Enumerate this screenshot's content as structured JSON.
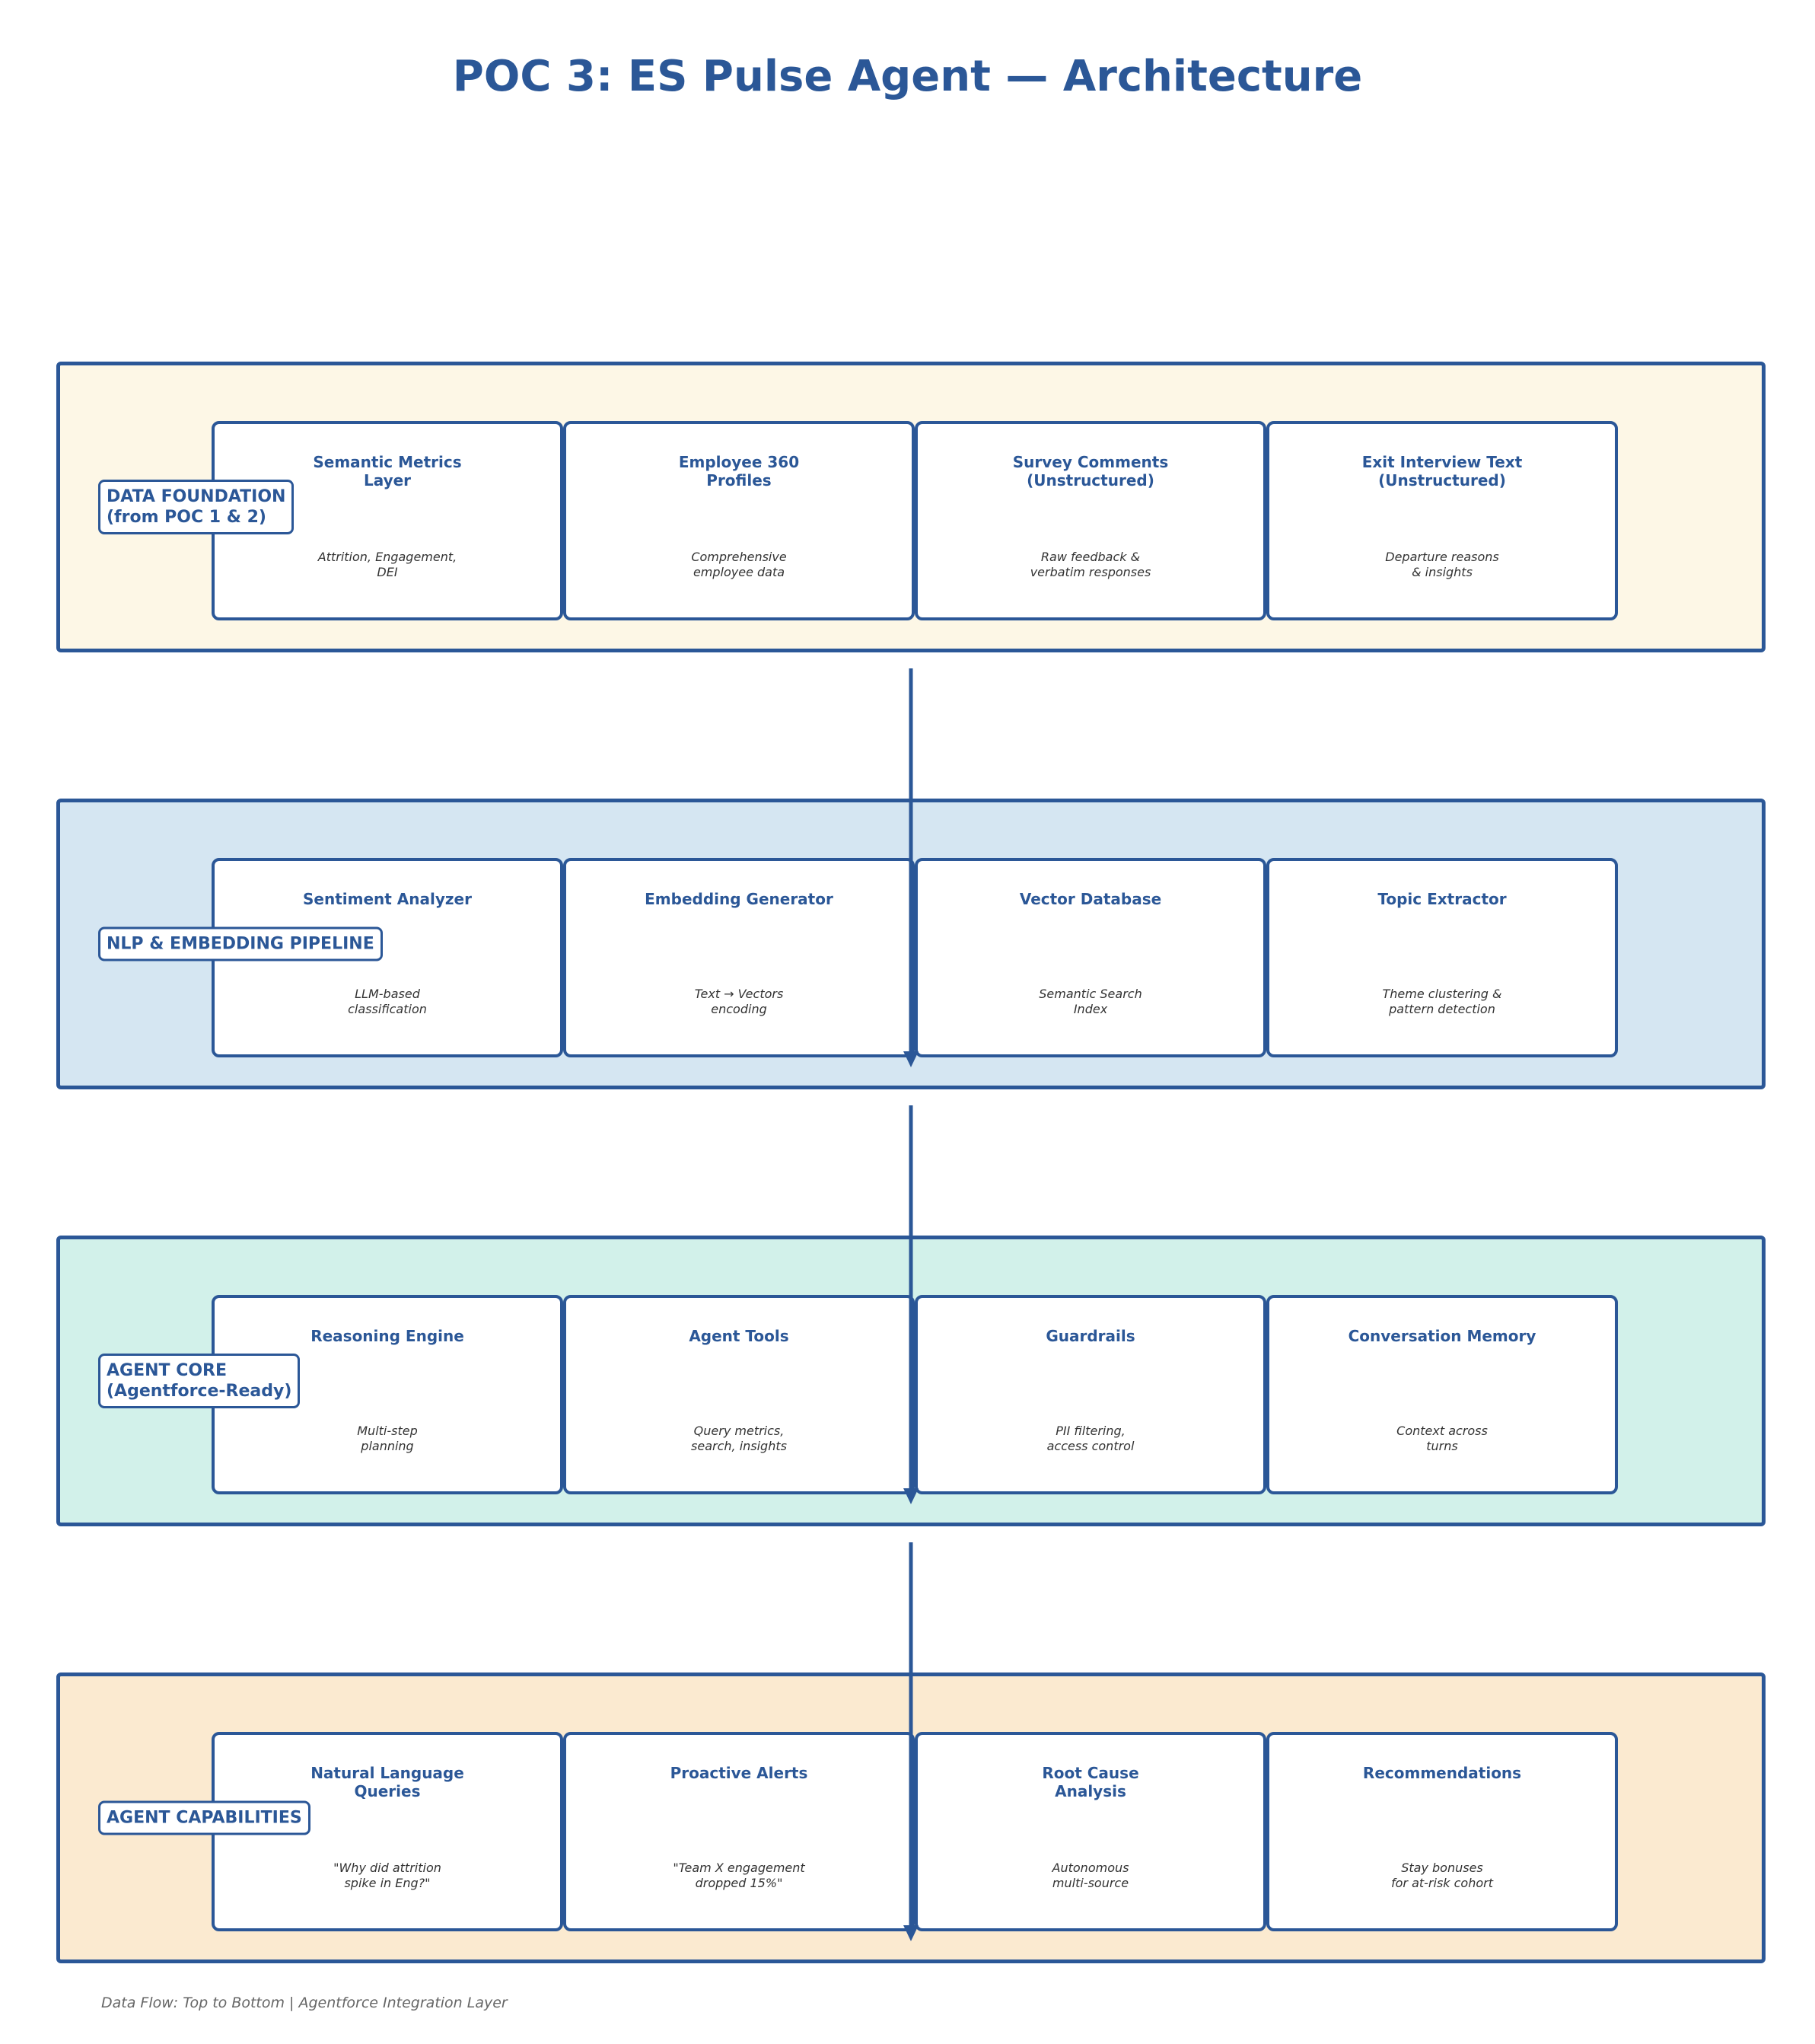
{
  "title": "POC 3: ES Pulse Agent — Architecture",
  "colors": {
    "accent": "#2b5797",
    "layer_backgrounds": [
      "#fdf7e6",
      "#d5e6f2",
      "#d2f1ea",
      "#fbead0"
    ]
  },
  "layers": [
    {
      "label": "DATA FOUNDATION\n(from POC 1 & 2)",
      "cards": [
        {
          "title": "Semantic Metrics\nLayer",
          "desc": "Attrition, Engagement,\nDEI"
        },
        {
          "title": "Employee 360\nProfiles",
          "desc": "Comprehensive\nemployee data"
        },
        {
          "title": "Survey Comments\n(Unstructured)",
          "desc": "Raw feedback &\nverbatim responses"
        },
        {
          "title": "Exit Interview Text\n(Unstructured)",
          "desc": "Departure reasons\n& insights"
        }
      ]
    },
    {
      "label": "NLP & EMBEDDING PIPELINE",
      "cards": [
        {
          "title": "Sentiment Analyzer",
          "desc": "LLM-based\nclassification"
        },
        {
          "title": "Embedding Generator",
          "desc": "Text → Vectors\nencoding"
        },
        {
          "title": "Vector Database",
          "desc": "Semantic Search\nIndex"
        },
        {
          "title": "Topic Extractor",
          "desc": "Theme clustering &\npattern detection"
        }
      ]
    },
    {
      "label": "AGENT CORE\n(Agentforce-Ready)",
      "cards": [
        {
          "title": "Reasoning Engine",
          "desc": "Multi-step\nplanning"
        },
        {
          "title": "Agent Tools",
          "desc": "Query metrics,\nsearch, insights"
        },
        {
          "title": "Guardrails",
          "desc": "PII filtering,\naccess control"
        },
        {
          "title": "Conversation Memory",
          "desc": "Context across\nturns"
        }
      ]
    },
    {
      "label": "AGENT CAPABILITIES",
      "cards": [
        {
          "title": "Natural Language\nQueries",
          "desc": "\"Why did attrition\nspike in Eng?\""
        },
        {
          "title": "Proactive Alerts",
          "desc": "\"Team X engagement\ndropped 15%\""
        },
        {
          "title": "Root Cause\nAnalysis",
          "desc": "Autonomous\nmulti-source"
        },
        {
          "title": "Recommendations",
          "desc": "Stay bonuses\nfor at-risk cohort"
        }
      ]
    }
  ],
  "footer": "Data Flow: Top to Bottom | Agentforce Integration Layer"
}
